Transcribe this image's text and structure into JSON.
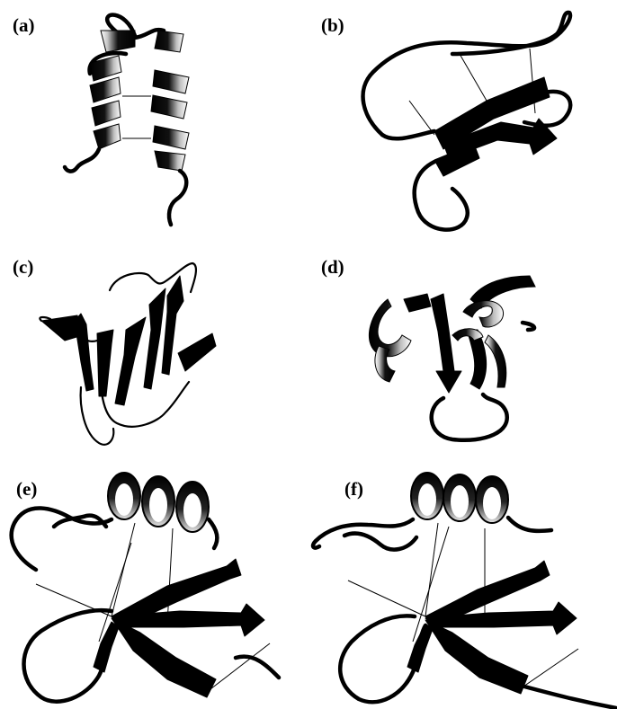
{
  "panels": [
    {
      "label": "(a)"
    },
    {
      "label": "(b)"
    },
    {
      "label": "(c)"
    },
    {
      "label": "(d)"
    },
    {
      "label": "(e)"
    },
    {
      "label": "(f)"
    }
  ],
  "colors": {
    "ribbon": "#000000",
    "highlight": "#ffffff",
    "background": "#ffffff"
  }
}
